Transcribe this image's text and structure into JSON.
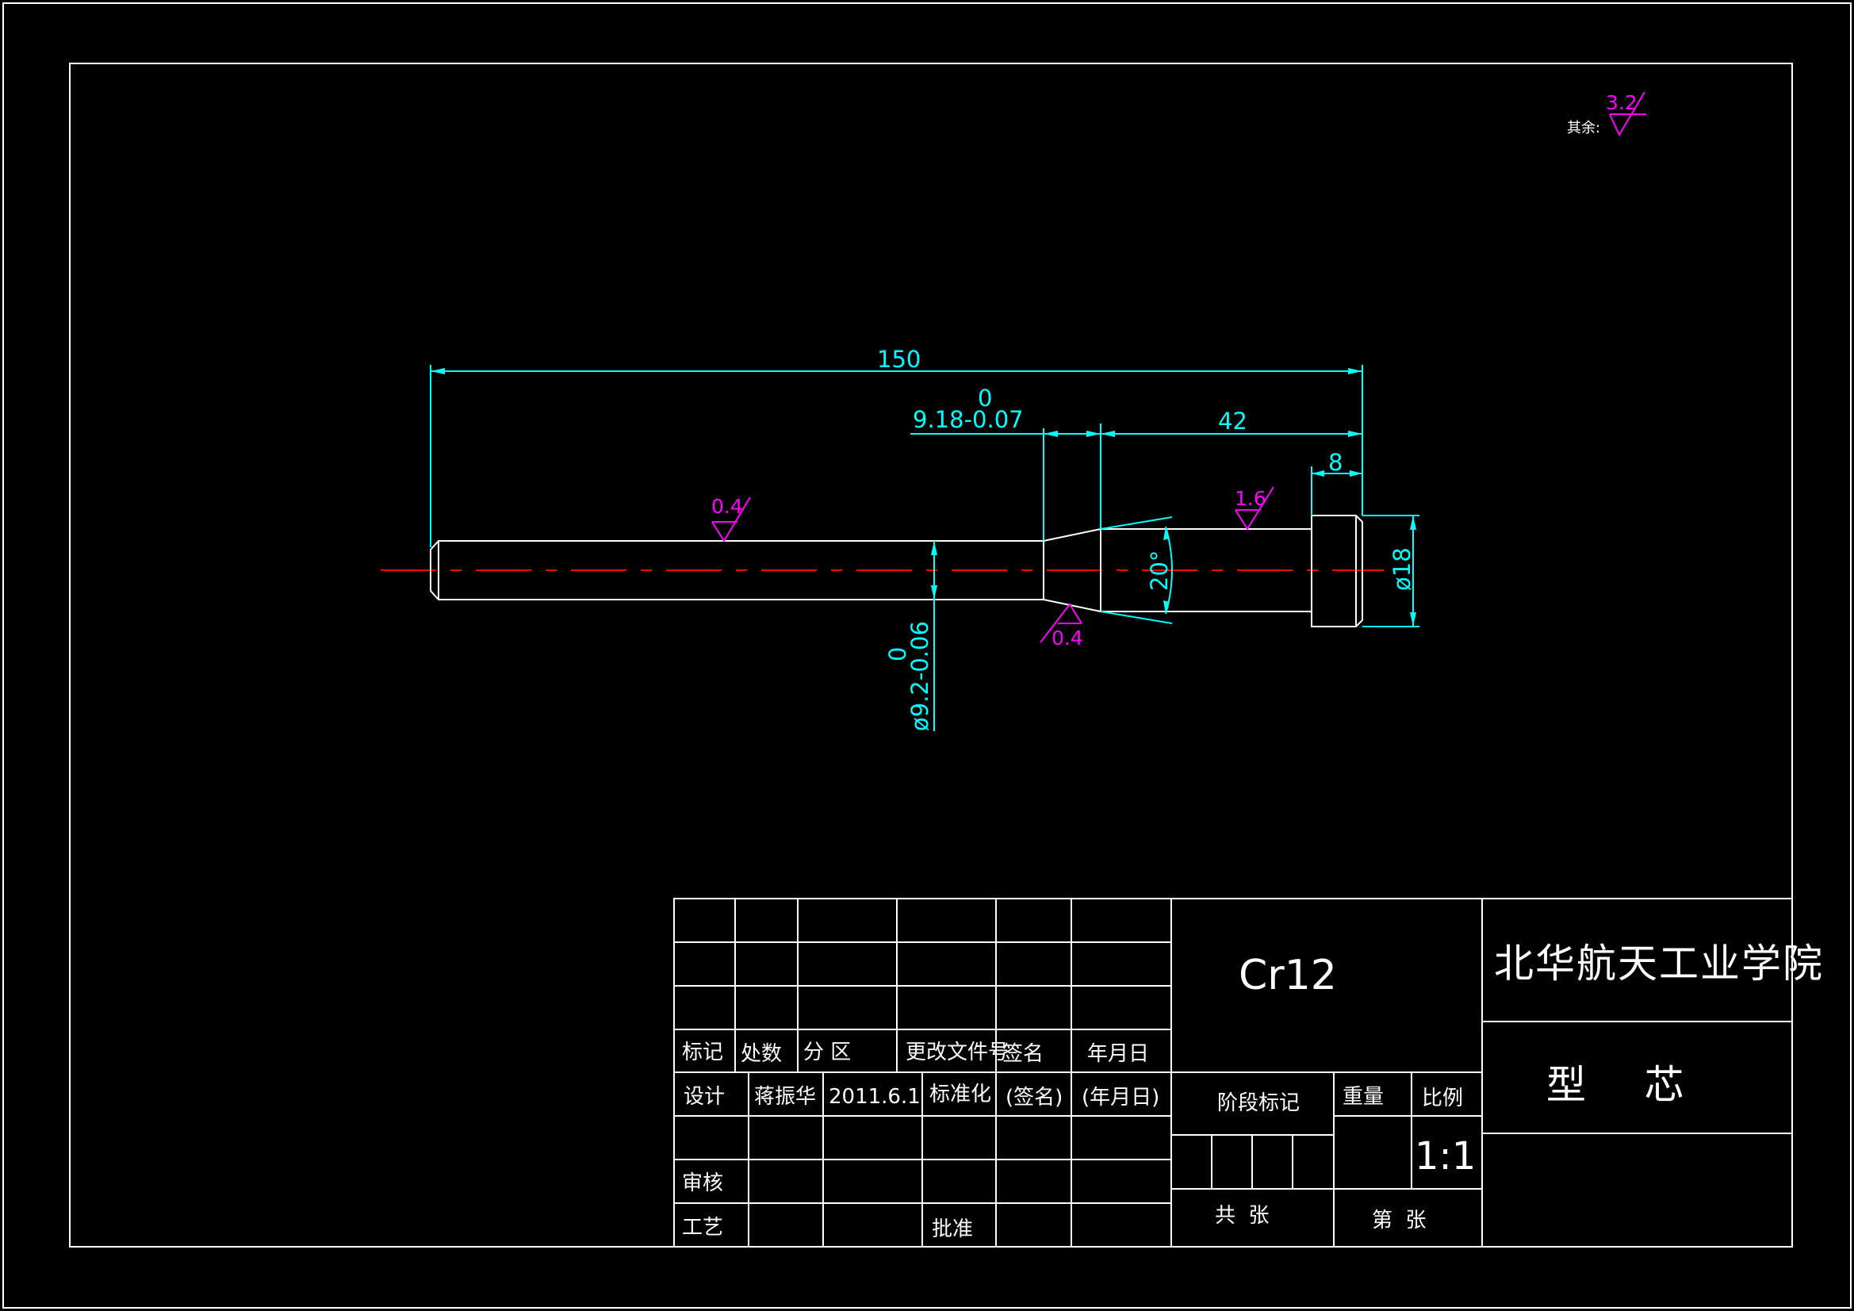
{
  "colors": {
    "background": "#000000",
    "outline": "#ffffff",
    "dimension": "#00ffff",
    "surface_finish": "#ff00ff",
    "centerline": "#ff0000"
  },
  "surface_finish": {
    "default_label": "其余:",
    "default_value": "3.2",
    "shank_value": "0.4",
    "taper_value": "0.4",
    "pin_value": "1.6"
  },
  "dimensions": {
    "overall_length": "150",
    "taper_length_upper": "0",
    "taper_length_lower": "9.18-0.07",
    "pin_length": "42",
    "head_length": "8",
    "shank_diameter_upper": "0",
    "shank_diameter_lower": "ø9.2-0.06",
    "taper_angle": "20°",
    "head_diameter": "ø18"
  },
  "title_block": {
    "material": "Cr12",
    "institution": "北华航天工业学院",
    "part_name": "型    芯",
    "header": {
      "mark": "标记",
      "count": "处数",
      "zone": "分  区",
      "change_doc": "更改文件号",
      "signature": "签名",
      "date": "年月日"
    },
    "design": "设计",
    "designer": "蒋振华",
    "design_date": "2011.6.1",
    "standardization": "标准化",
    "sign_placeholder": "(签名)",
    "date_placeholder": "(年月日)",
    "review": "审核",
    "process": "工艺",
    "approve": "批准",
    "stage_mark": "阶段标记",
    "weight": "重量",
    "scale_label": "比例",
    "scale_value": "1:1",
    "total_sheets": "共  张",
    "sheet_no": "第  张"
  }
}
